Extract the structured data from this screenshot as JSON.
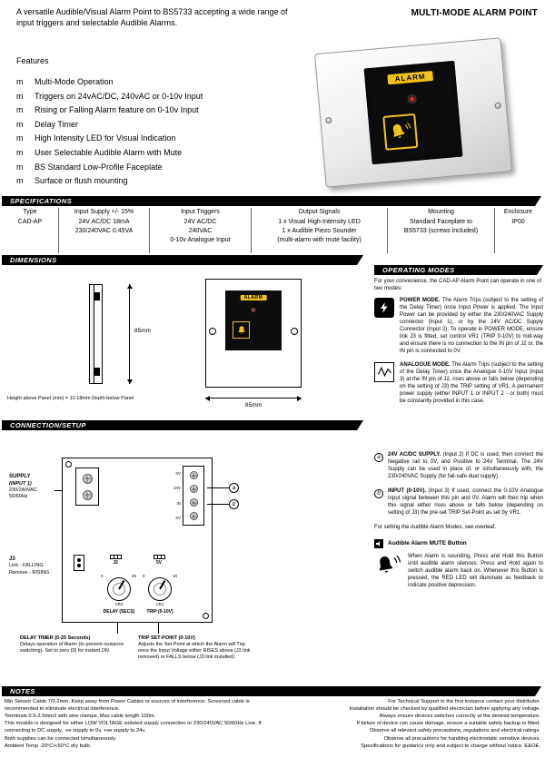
{
  "header": {
    "intro": "A versatile Audible/Visual Alarm Point to BS5733 accepting a wide range of input triggers and selectable Audible Alarms.",
    "title": "MULTI-MODE ALARM POINT"
  },
  "features": {
    "heading": "Features",
    "bullet": "m",
    "items": [
      "Multi-Mode Operation",
      "Triggers on 24vAC/DC, 240vAC or 0-10v Input",
      "Rising or Falling Alarm feature on 0-10v Input",
      "Delay Timer",
      "High Intensity LED for Visual Indication",
      "User Selectable Audible Alarm with Mute",
      "BS Standard Low-Profile Faceplate",
      "Surface or flush mounting"
    ]
  },
  "product": {
    "alarm_label": "ALARM"
  },
  "section_headers": {
    "specifications": "SPECIFICATIONS",
    "dimensions": "DIMENSIONS",
    "operating_modes": "OPERATING MODES",
    "connection": "CONNECTION/SETUP",
    "notes": "NOTES"
  },
  "specs": {
    "columns": [
      {
        "label": "Type",
        "value": "CAD-AP"
      },
      {
        "label": "Input Supply +/- 15%",
        "value": "24V AC/DC 18mA\n230/240VAC 0.45VA"
      },
      {
        "label": "Input Triggers",
        "value": "24V AC/DC\n240VAC\n0-10v Analogue Input"
      },
      {
        "label": "Output Signals",
        "value": "1 x Visual High-Intensity LED\n1 x Audible Piezo Sounder\n(multi-alarm with mute facility)"
      },
      {
        "label": "Mounting",
        "value": "Standard Faceplate to\nBS5733 (screws included)"
      },
      {
        "label": "Enclosure",
        "value": "IP00"
      }
    ]
  },
  "dimensions": {
    "dim_v": "85mm",
    "dim_h": "85mm",
    "footnote": "Height above Panel (mm) = 10    18mm    Depth below Panel"
  },
  "operating_modes": {
    "intro": "For your convenience, the CAD-AP Alarm Point can operate in one of two modes:",
    "power": {
      "title": "POWER MODE.",
      "body": "The Alarm Trips (subject to the setting of the Delay Timer) once Input Power is applied. The Input Power can be provided by either the 230/240VAC Supply connector (Input 1), or by the 24V AC/DC Supply Connector (Input 2). To operate in POWER MODE, ensure link J3 is fitted, set control VR1 (TRIP 0-10V) to mid-way and ensure there is no connection to the IN pin of J2 or, the IN pin is connected to 0V."
    },
    "analogue": {
      "title": "ANALOGUE MODE.",
      "body": "The Alarm Trips (subject to the setting of the Delay Timer) once the Analogue 0-10V Input (Input 3) at the IN pin of J2, rises above or falls below (depending on the setting of J3) the TRIP setting of VR1. A permanent power supply (either INPUT 1 or INPUT 2 - or both) must be constantly provided in this case."
    }
  },
  "connection": {
    "supply": {
      "line1": "SUPPLY",
      "line2": "(INPUT 1)",
      "line3": "230/240VAC",
      "line4": "50/60Hz"
    },
    "j3": {
      "name": "J3",
      "line1": "Link - FALLING",
      "line2": "Remove - RISING"
    },
    "pins": [
      "0V",
      "24V",
      "IN",
      "0V"
    ],
    "headers": {
      "j2": "J2",
      "v5": "5V"
    },
    "dials": {
      "delay": {
        "name": "VR2",
        "min": "0",
        "max": "25",
        "caption": "DELAY (SECS)"
      },
      "trip": {
        "name": "VR1",
        "min": "0",
        "max": "10",
        "caption": "TRIP (0-10V)"
      }
    },
    "callout_a": "a",
    "callout_b": "b",
    "delay_note": {
      "title": "DELAY TIMER (0-25 Seconds)",
      "body": "Delays operation of Alarm (to prevent nuisance switching). Set to zero (0) for instant ON."
    },
    "trip_note": {
      "title": "TRIP SET-POINT (0-10V)",
      "body": "Adjusts the Set-Point at which the Alarm will Trip once the Input Voltage either RISES above (J3 link removed) or FALLS below (J3 link installed)."
    },
    "note_a": {
      "marker": "a",
      "title": "24V AC/DC SUPPLY.",
      "body": "(Input 2)  If DC is used, then connect the Negative rail to 0V, and Positive to 24V Terminal. The 24V Supply can be used in place of, or simultaneously with, the 230/240VAC Supply (for fail-safe dual supply)."
    },
    "note_b": {
      "marker": "b",
      "title": "INPUT (0-10V).",
      "body": "(Input 3)  If used, connect the 0-10V Analogue Input signal between this pin and 0V. Alarm will then trip when this signal either rises above or falls below (depending on setting of J3) the pre-set TRIP Set-Point as set by VR1."
    },
    "overleaf": "For setting the Audible Alarm Modes, see overleaf.",
    "mute": {
      "heading": "Audible Alarm MUTE Button",
      "body": "When Alarm is sounding, Press and Hold this Button until audible alarm silences. Press and Hold again to switch audible alarm back on. Whenever this Button is pressed, the RED LED will illuminate as feedback to indicate positive depression."
    }
  },
  "notes": {
    "left": [
      "Min Sensor Cable 7/0.2mm.  Keep away from Power Cables or sources of interference.  Screened cable is recommended to eliminate electrical interference.",
      "Terminals 0.5-2.5mm2 with wire clamps.  Max cable length 100m.",
      "This module is designed for either LOW VOLTAGE isolated supply connection or 230/240VAC 50/60Hz Line.  If connecting to DC supply, -ve supply to 0v, +ve supply to 24v.",
      "Both supplies can be connected simultaneously.",
      "Ambient Temp -20°C/+50°C dry bulb."
    ],
    "right": [
      "For Technical Support in the first instance contact your distributor.",
      "Installation should be checked by qualified electrician before applying any voltage.",
      "Always ensure devices switches correctly at the desired temperature.",
      "If failure of device can cause damage, ensure a suitable safety backup is fitted.",
      "Observe all relevant safety precautions, regulations and electrical ratings.",
      "Observe all precautions for handling electrostatic sensitive devices.",
      "Specifications for guidance only and subject to change without notice.  E&OE."
    ]
  }
}
